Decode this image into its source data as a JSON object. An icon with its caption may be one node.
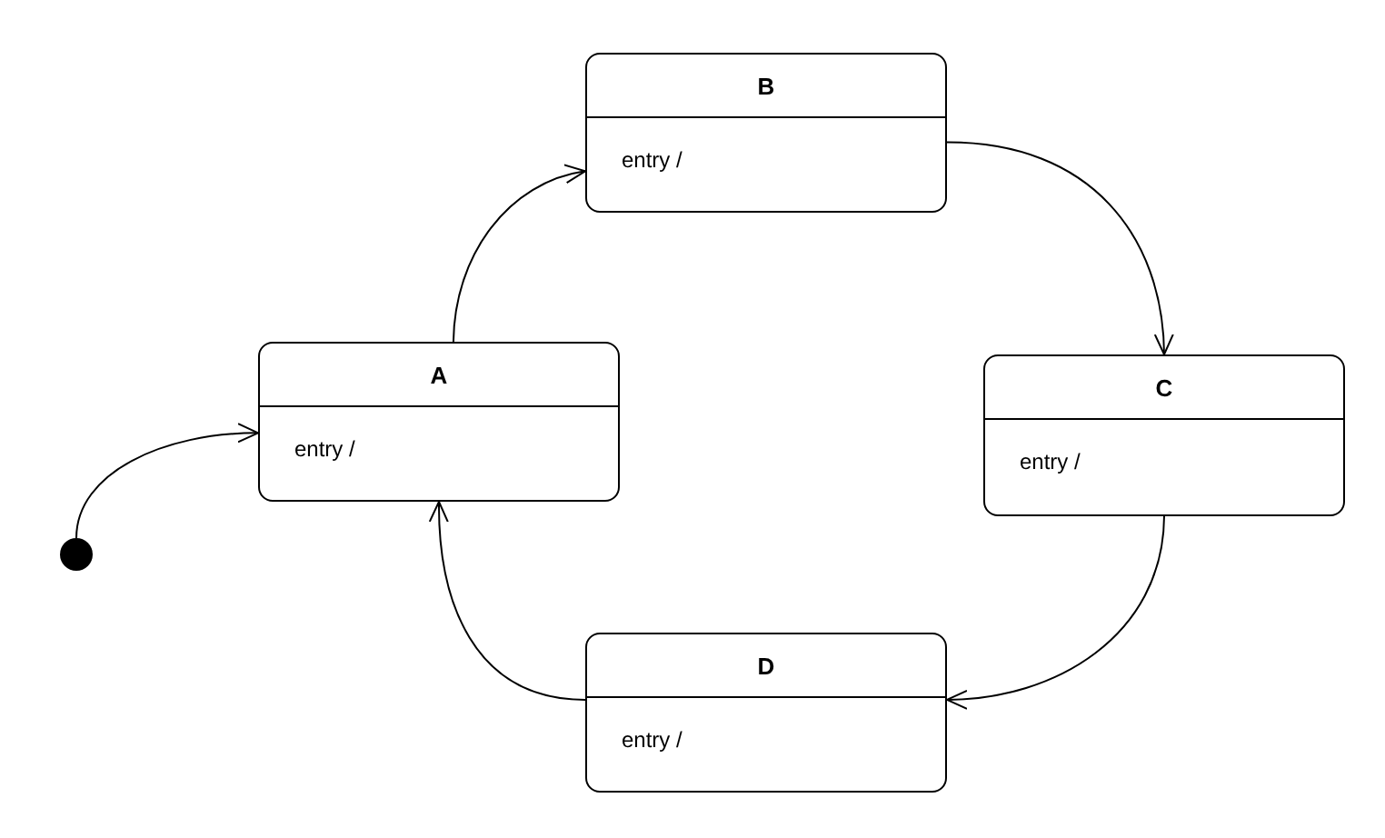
{
  "diagram": {
    "nodes": [
      {
        "text": [
          "B",
          "entry /"
        ]
      },
      {
        "text": [
          "A",
          "entry /"
        ]
      },
      {
        "text": [
          "C",
          "entry /"
        ]
      },
      {
        "text": [],
        "shape": "circle"
      },
      {
        "text": [
          "D",
          "entry /"
        ]
      }
    ],
    "edges": [
      {
        "from": 3,
        "to": 1,
        "arrow": "to"
      },
      {
        "from": 1,
        "to": 0,
        "arrow": "to"
      },
      {
        "from": 0,
        "to": 2,
        "arrow": "to"
      },
      {
        "from": 2,
        "to": 4,
        "arrow": "to"
      },
      {
        "from": 4,
        "to": 1,
        "arrow": "to"
      }
    ]
  }
}
